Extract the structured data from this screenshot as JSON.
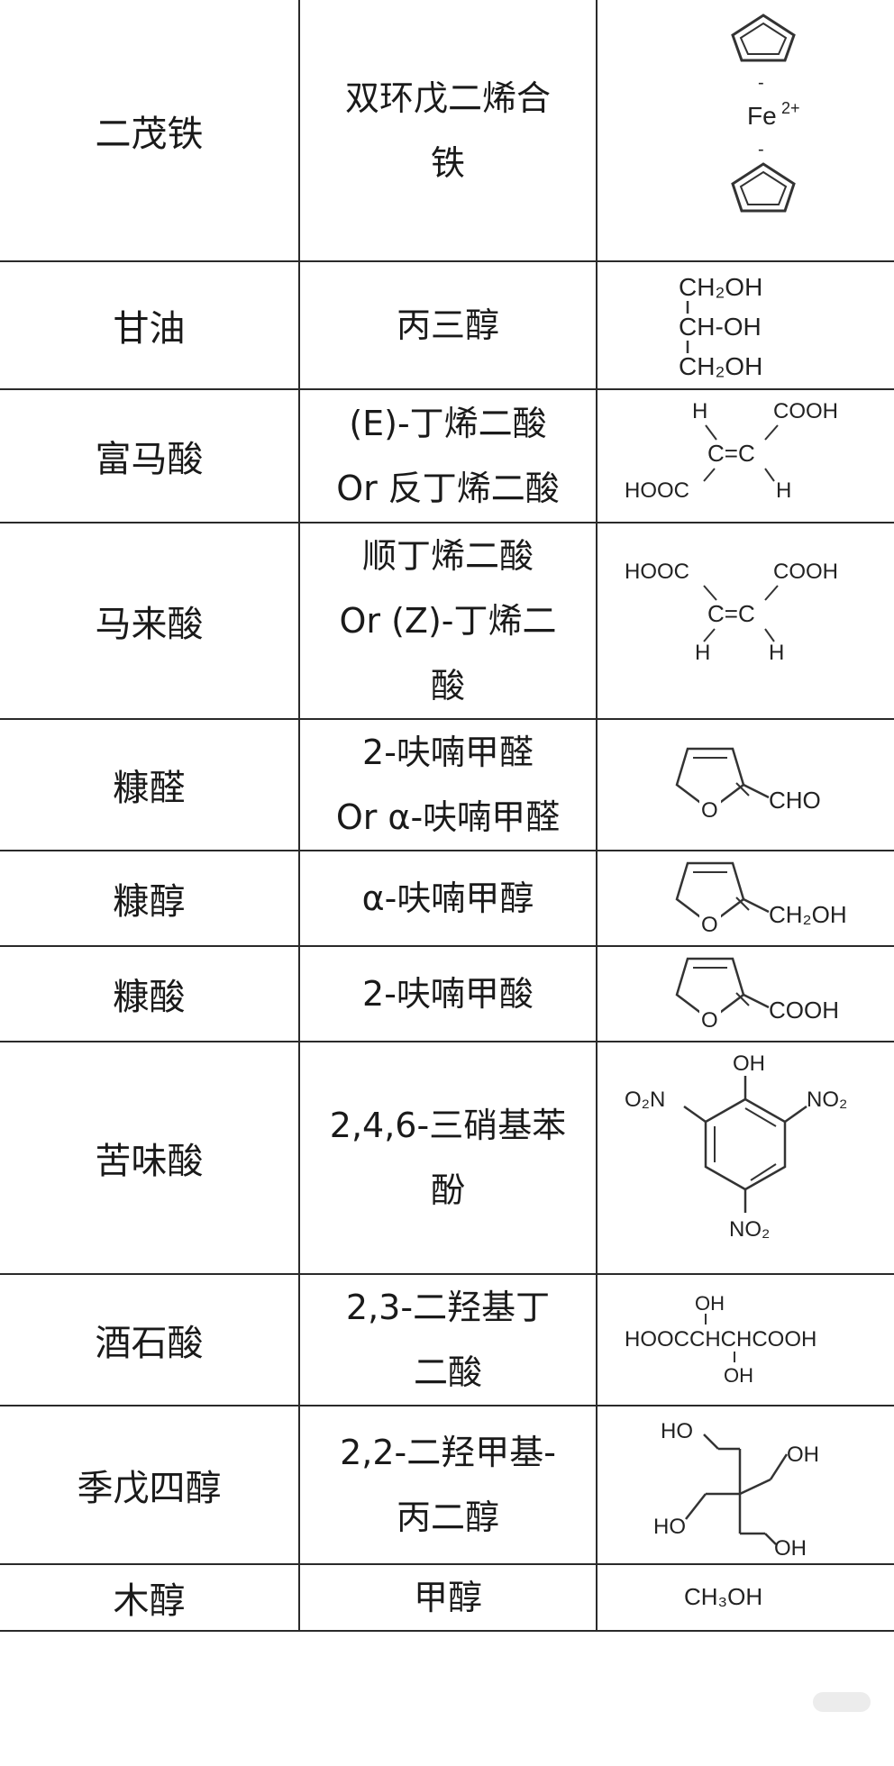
{
  "rows": [
    {
      "common": "二茂铁",
      "systematic": [
        "双环戊二烯合",
        "铁"
      ],
      "structure": {
        "kind": "ferrocene",
        "labels": [
          "Fe",
          "2+",
          "-",
          "-"
        ]
      }
    },
    {
      "common": "甘油",
      "systematic": [
        "丙三醇"
      ],
      "structure": {
        "kind": "glycerol",
        "labels": [
          "CH₂OH",
          "CH-OH",
          "CH₂OH"
        ]
      }
    },
    {
      "common": "富马酸",
      "systematic": [
        "(E)-丁烯二酸",
        "Or 反丁烯二酸"
      ],
      "structure": {
        "kind": "fumaric",
        "labels": [
          "H",
          "COOH",
          "C=C",
          "HOOC",
          "H"
        ]
      }
    },
    {
      "common": "马来酸",
      "systematic": [
        "顺丁烯二酸",
        "Or (Z)-丁烯二",
        "酸"
      ],
      "structure": {
        "kind": "maleic",
        "labels": [
          "HOOC",
          "COOH",
          "C=C",
          "H",
          "H"
        ]
      }
    },
    {
      "common": "糠醛",
      "systematic": [
        "2-呋喃甲醛",
        "Or α-呋喃甲醛"
      ],
      "structure": {
        "kind": "furan",
        "labels": [
          "O",
          "CHO"
        ]
      }
    },
    {
      "common": "糠醇",
      "systematic": [
        "α-呋喃甲醇"
      ],
      "structure": {
        "kind": "furan",
        "labels": [
          "O",
          "CH₂OH"
        ]
      }
    },
    {
      "common": "糠酸",
      "systematic": [
        "2-呋喃甲酸"
      ],
      "structure": {
        "kind": "furan",
        "labels": [
          "O",
          "COOH"
        ]
      }
    },
    {
      "common": "苦味酸",
      "systematic": [
        "2,4,6-三硝基苯",
        "酚"
      ],
      "structure": {
        "kind": "picric",
        "labels": [
          "OH",
          "O₂N",
          "NO₂",
          "NO₂"
        ]
      }
    },
    {
      "common": "酒石酸",
      "systematic": [
        "2,3-二羟基丁",
        "二酸"
      ],
      "structure": {
        "kind": "tartaric",
        "labels": [
          "OH",
          "HOOCCHCHCOOH",
          "OH"
        ]
      }
    },
    {
      "common": "季戊四醇",
      "systematic": [
        "2,2-二羟甲基-",
        "丙二醇"
      ],
      "structure": {
        "kind": "pentaerythritol",
        "labels": [
          "HO",
          "OH",
          "HO",
          "OH"
        ]
      }
    },
    {
      "common": "木醇",
      "systematic": [
        "甲醇"
      ],
      "structure": {
        "kind": "methanol",
        "labels": [
          "CH₃OH"
        ]
      }
    }
  ]
}
